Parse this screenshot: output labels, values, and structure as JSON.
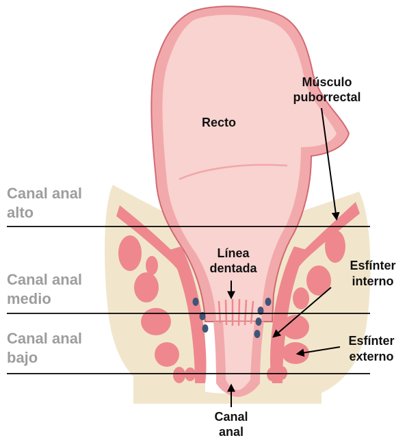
{
  "labels": {
    "recto": "Recto",
    "puborrectal_line1": "Músculo",
    "puborrectal_line2": "puborrectal",
    "linea_line1": "Línea",
    "linea_line2": "dentada",
    "interno_line1": "Esfínter",
    "interno_line2": "interno",
    "externo_line1": "Esfínter",
    "externo_line2": "externo",
    "canal_line1": "Canal",
    "canal_line2": "anal"
  },
  "regions": {
    "alto_line1": "Canal anal",
    "alto_line2": "alto",
    "medio_line1": "Canal anal",
    "medio_line2": "medio",
    "bajo_line1": "Canal anal",
    "bajo_line2": "bajo"
  },
  "colors": {
    "tissue_light": "#f8d3d0",
    "tissue_pink": "#f2a9ac",
    "muscle": "#ee888e",
    "wall_line": "#d06a72",
    "fat": "#f1e6cc",
    "glands": "#3e5577",
    "region_text": "#9d9d9d",
    "label_text": "#111111"
  }
}
